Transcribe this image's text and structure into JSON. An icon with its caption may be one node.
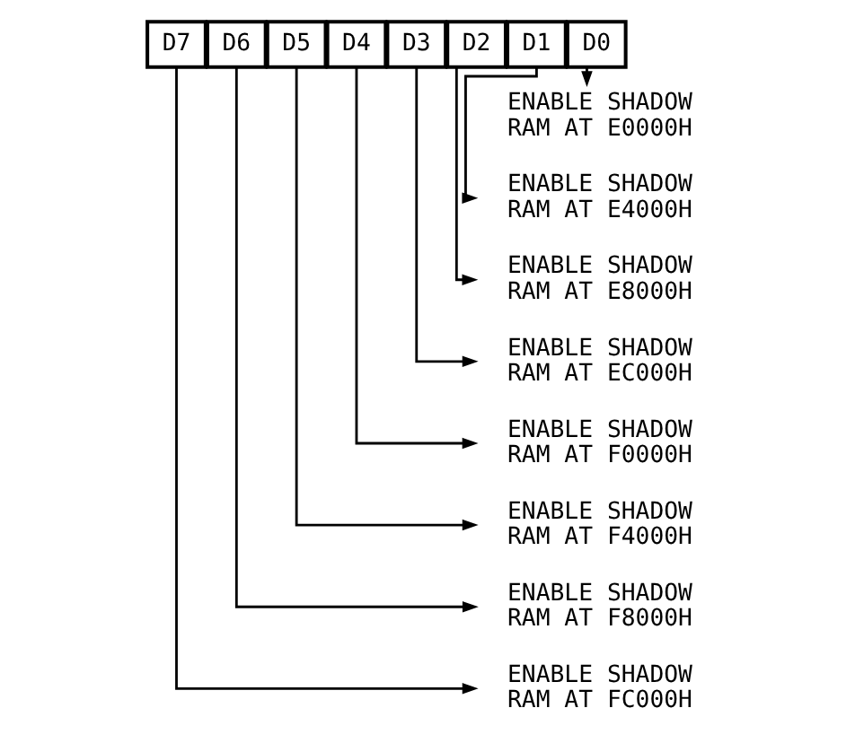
{
  "diagram": {
    "nodes": [
      {
        "text": [
          "D7"
        ]
      },
      {
        "text": [
          "D6"
        ]
      },
      {
        "text": [
          "D5"
        ]
      },
      {
        "text": [
          "D4"
        ]
      },
      {
        "text": [
          "D3"
        ]
      },
      {
        "text": [
          "D2"
        ]
      },
      {
        "text": [
          "D1"
        ]
      },
      {
        "text": [
          "D0"
        ]
      },
      {
        "text": [
          "ENABLE SHADOW RAM AT E0000H"
        ]
      },
      {
        "text": [
          "ENABLE SHADOW RAM AT E4000H"
        ]
      },
      {
        "text": [
          "ENABLE SHADOW RAM AT E8000H"
        ]
      },
      {
        "text": [
          "ENABLE SHADOW RAM AT EC000H"
        ]
      },
      {
        "text": [
          "ENABLE SHADOW RAM AT F0000H"
        ]
      },
      {
        "text": [
          "ENABLE SHADOW RAM AT F4000H"
        ]
      },
      {
        "text": [
          "ENABLE SHADOW RAM AT F8000H"
        ]
      },
      {
        "text": [
          "ENABLE SHADOW RAM AT FC000H"
        ]
      }
    ],
    "edges": [
      {
        "from": 7,
        "to": 8,
        "arrow": "to"
      },
      {
        "from": 6,
        "to": 9,
        "arrow": "to"
      },
      {
        "from": 5,
        "to": 10,
        "arrow": "to"
      },
      {
        "from": 4,
        "to": 11,
        "arrow": "to"
      },
      {
        "from": 3,
        "to": 12,
        "arrow": "to"
      },
      {
        "from": 2,
        "to": 13,
        "arrow": "to"
      },
      {
        "from": 1,
        "to": 14,
        "arrow": "to"
      },
      {
        "from": 0,
        "to": 15,
        "arrow": "to"
      }
    ]
  }
}
